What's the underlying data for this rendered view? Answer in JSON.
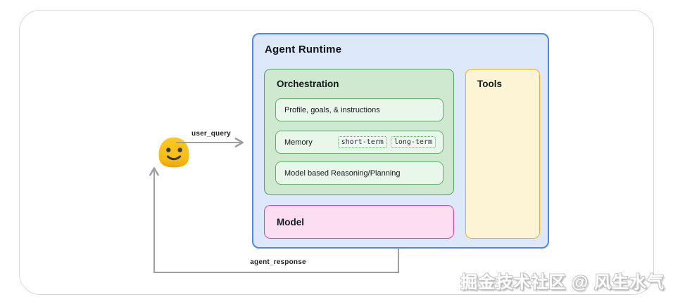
{
  "runtime": {
    "title": "Agent Runtime"
  },
  "orchestration": {
    "title": "Orchestration",
    "profile_label": "Profile, goals, & instructions",
    "memory_label": "Memory",
    "memory_tags": {
      "short": "short-term",
      "long": "long-term"
    },
    "reasoning_label": "Model based Reasoning/Planning"
  },
  "model": {
    "title": "Model"
  },
  "tools": {
    "title": "Tools"
  },
  "arrows": {
    "user_query_label": "user_query",
    "agent_response_label": "agent_response"
  },
  "icons": {
    "user": "smiley-blob-emoji"
  },
  "watermark": {
    "text": "掘金技术社区 @ 风生水气"
  },
  "colors": {
    "runtime_fill": "#dde8fa",
    "runtime_border": "#4d86ee",
    "orchestration_fill": "#cfe9d1",
    "orchestration_border": "#51a05c",
    "item_fill": "#e9f6ea",
    "item_border": "#68ab70",
    "model_fill": "#fbdff0",
    "model_border": "#d8449a",
    "tools_fill": "#fdf4d6",
    "tools_border": "#efae21",
    "arrow_gray": "#9e9ea3",
    "emoji_yellow": "#f9c513",
    "emoji_face": "#343a40"
  }
}
